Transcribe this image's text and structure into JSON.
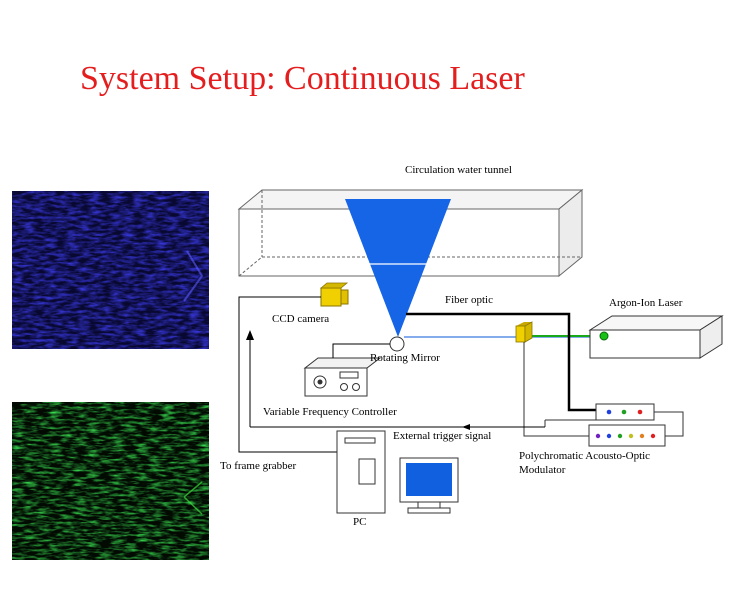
{
  "title": "System Setup: Continuous Laser",
  "labels": {
    "tunnel": "Circulation water tunnel",
    "fiber": "Fiber optic",
    "argon": "Argon-Ion Laser",
    "ccd": "CCD camera",
    "mirror": "Rotating Mirror",
    "vfc": "Variable Frequency Controller",
    "trigger": "External trigger signal",
    "aom1": "Polychromatic Acousto-Optic",
    "aom2": "Modulator",
    "grabber": "To frame grabber",
    "pc": "PC"
  },
  "colors": {
    "title": "#e41e1e",
    "sheet": "#1565e6",
    "blue_image": "#1c1a9a",
    "green_image": "#2fbe2f",
    "blue_beam": "#3a7be0",
    "green_beam": "#18a818",
    "ccd_yellow": "#f0d000",
    "monitor_screen": "#1060e0"
  },
  "photos": [
    {
      "name": "blue-flow-visualization-image",
      "tint": "blue"
    },
    {
      "name": "green-flow-visualization-image",
      "tint": "green"
    }
  ]
}
